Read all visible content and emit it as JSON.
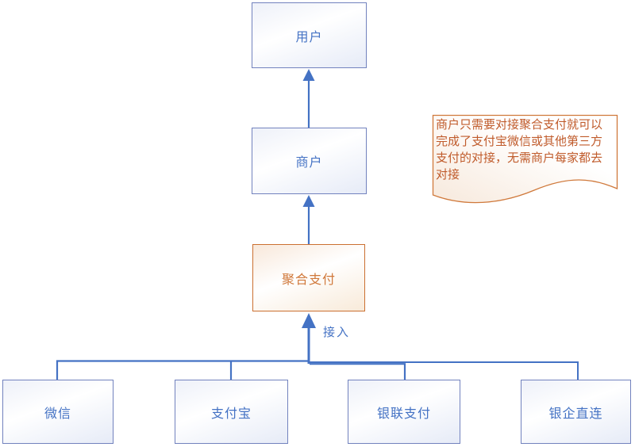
{
  "nodes": {
    "user": "用户",
    "merchant": "商户",
    "aggregate_payment": "聚合支付",
    "wechat": "微信",
    "alipay": "支付宝",
    "unionpay_payment": "银联支付",
    "bank_enterprise_direct": "银企直连"
  },
  "edge_label": "接入",
  "note": {
    "text": "商户只需要对接聚合支付就可以完成了支付宝微信或其他第三方支付的对接，无需商户每家都去对接",
    "lines": [
      "商户只需要对接聚合支付就可以",
      "完成了支付宝微信或其他第三方",
      "支付的对接，无需商户每家都去",
      "对接"
    ]
  },
  "colors": {
    "connector_blue": "#4472C4",
    "blue_node_border": "#7282BE",
    "blue_node_text": "#4472C4",
    "orange_node_border": "#CB7031",
    "orange_node_text": "#D0783A",
    "note_border": "#D0793B",
    "note_text": "#C05B2B"
  }
}
